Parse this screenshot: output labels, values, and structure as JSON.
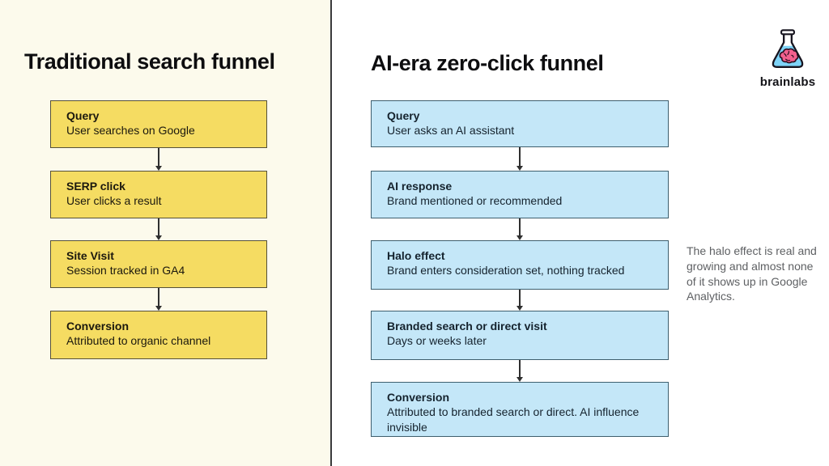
{
  "left_funnel": {
    "title": "Traditional search funnel",
    "steps": [
      {
        "title": "Query",
        "subtitle": "User searches on Google"
      },
      {
        "title": "SERP click",
        "subtitle": "User clicks a result"
      },
      {
        "title": "Site Visit",
        "subtitle": "Session tracked in GA4"
      },
      {
        "title": "Conversion",
        "subtitle": "Attributed to organic channel"
      }
    ]
  },
  "right_funnel": {
    "title": "AI-era zero-click funnel",
    "steps": [
      {
        "title": "Query",
        "subtitle": "User asks an AI assistant"
      },
      {
        "title": "AI response",
        "subtitle": "Brand mentioned or recommended"
      },
      {
        "title": "Halo effect",
        "subtitle": "Brand enters consideration set, nothing tracked"
      },
      {
        "title": "Branded search or direct visit",
        "subtitle": "Days or weeks later"
      },
      {
        "title": "Conversion",
        "subtitle": "Attributed to branded search or direct. AI influence invisible"
      }
    ]
  },
  "annotation": {
    "text": "The halo effect is real and growing and almost none of it shows up in Google Analytics."
  },
  "logo": {
    "wordmark": "brainlabs"
  },
  "colors": {
    "left_bg": "#FCFAEC",
    "right_bg": "#FFFFFF",
    "divider": "#3A3A3C",
    "yellow_fill": "#F5DC62",
    "yellow_border": "#55503A",
    "blue_fill": "#C4E7F8",
    "blue_border": "#3E5F6E",
    "arrow": "#2F2F2F",
    "annotation_text": "#5E6063",
    "title_text": "#0D0D0F",
    "flask_blue": "#7ED3F7",
    "brain_pink": "#F2608E",
    "outline_dark": "#17141F"
  }
}
